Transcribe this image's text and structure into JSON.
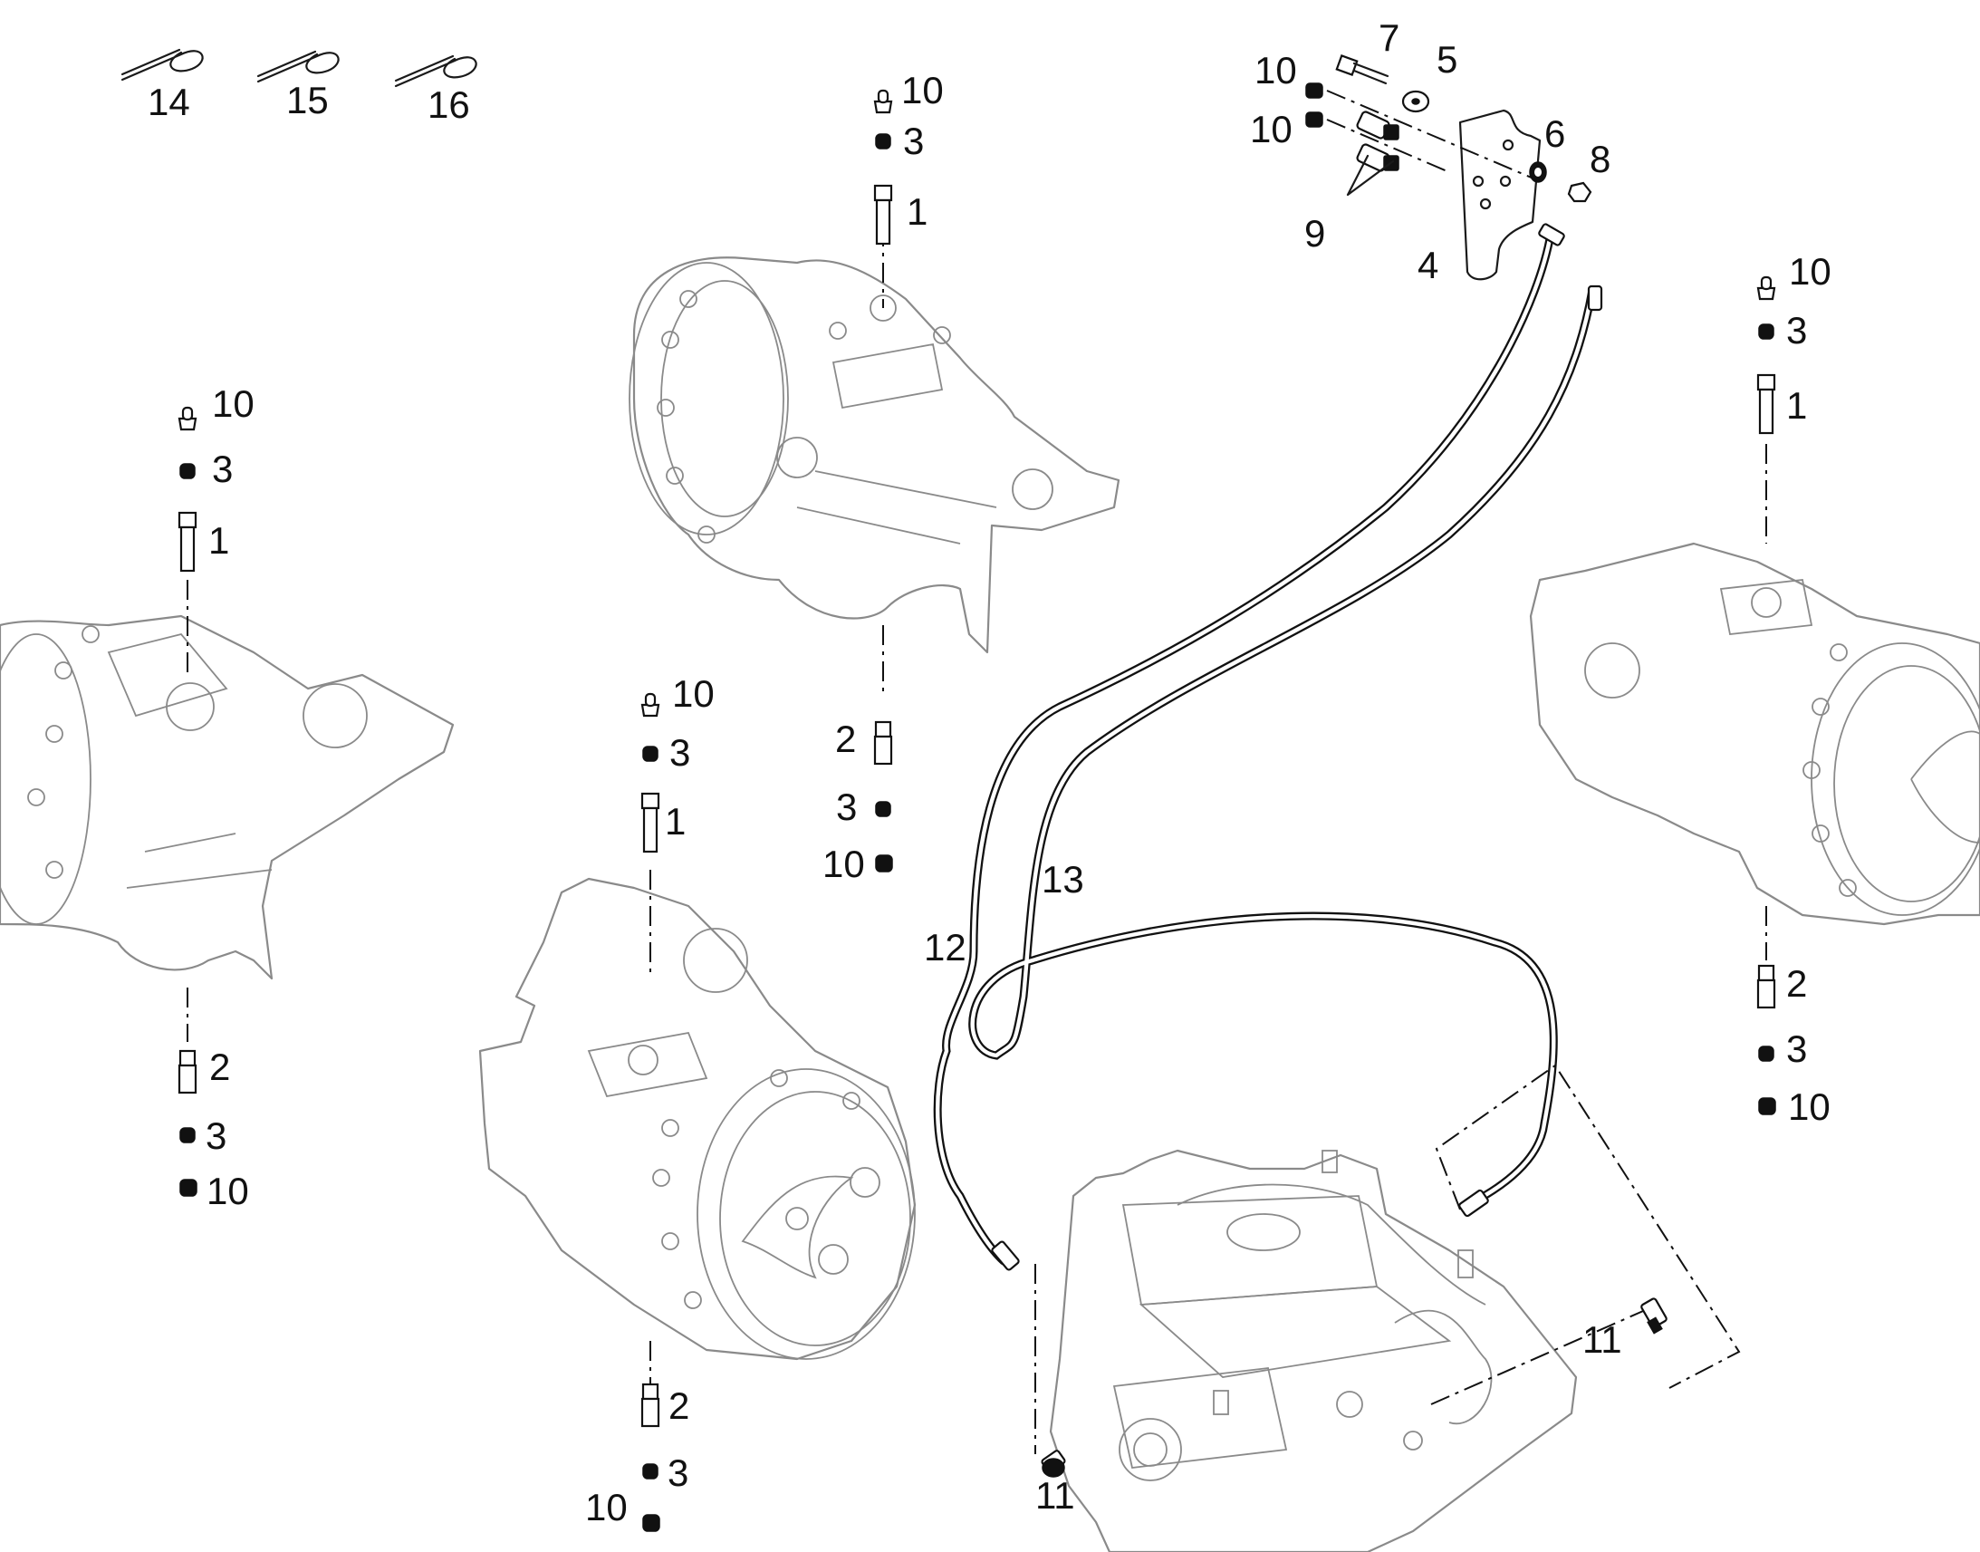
{
  "callouts": {
    "c14": "14",
    "c15": "15",
    "c16": "16",
    "c7": "7",
    "c5": "5",
    "c10a": "10",
    "c10b": "10",
    "c6": "6",
    "c8": "8",
    "c9": "9",
    "c4": "4",
    "top_10": "10",
    "top_3": "3",
    "top_1": "1",
    "top_2": "2",
    "top_3b": "3",
    "top_10b": "10",
    "left_10": "10",
    "left_3": "3",
    "left_1": "1",
    "left_2": "2",
    "left_3b": "3",
    "left_10b": "10",
    "mid_10": "10",
    "mid_3": "3",
    "mid_1": "1",
    "mid_2": "2",
    "mid_3b": "3",
    "mid_10b": "10",
    "right_10": "10",
    "right_3": "3",
    "right_1": "1",
    "right_2": "2",
    "right_3b": "3",
    "right_10b": "10",
    "c12": "12",
    "c13": "13",
    "c11a": "11",
    "c11b": "11"
  },
  "colors": {
    "line": "#111111",
    "housing": "#8a8a8a",
    "background": "#ffffff"
  }
}
